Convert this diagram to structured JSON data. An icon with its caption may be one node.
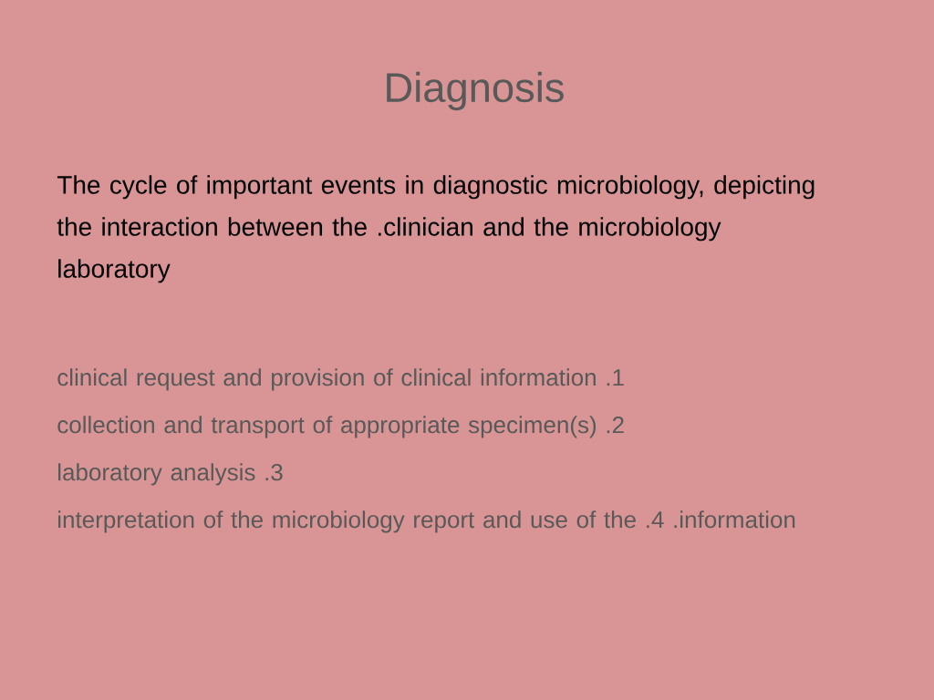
{
  "diagram": {
    "title": "Diagnosis",
    "labels": [
      "The cycle of important events in diagnostic microbiology, depicting the interaction between the .clinician and the microbiology laboratory",
      "clinical request and provision of clinical information .1",
      "collection and transport of appropriate specimen(s) .2",
      "laboratory analysis .3",
      "interpretation of the microbiology report and use of the .4 .information"
    ]
  }
}
